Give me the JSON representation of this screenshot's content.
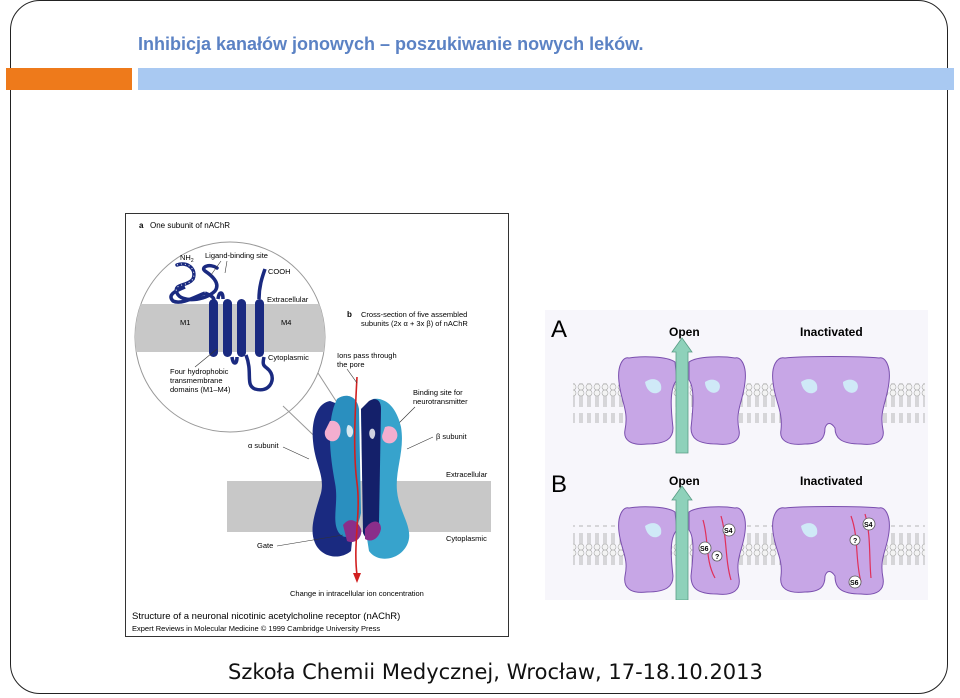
{
  "slide": {
    "title": "Inhibicja kanałów jonowych – poszukiwanie nowych leków.",
    "footer": "Szkoła Chemii Medycznej,  Wrocław, 17-18.10.2013"
  },
  "figure_left": {
    "panel_a_letter": "a",
    "panel_a_title": "One subunit of nAChR",
    "nh2": "NH",
    "nh2_sub": "2",
    "ligand_binding_site": "Ligand-binding site",
    "cooh": "COOH",
    "extracellular_a": "Extracellular",
    "m1": "M1",
    "m4": "M4",
    "cytoplasmic_a": "Cytoplasmic",
    "four_hydrophobic": [
      "Four hydrophobic",
      "transmembrane",
      "domains (M1–M4)"
    ],
    "panel_b_letter": "b",
    "panel_b_title": [
      "Cross-section of five assembled",
      "subunits (2x α + 3x β) of nAChR"
    ],
    "ions_pass": [
      "Ions pass through",
      "the pore"
    ],
    "binding_site": [
      "Binding site for",
      "neurotransmitter"
    ],
    "alpha_subunit": "α subunit",
    "beta_subunit": "β subunit",
    "extracellular_b": "Extracellular",
    "gate": "Gate",
    "cytoplasmic_b": "Cytoplasmic",
    "change": "Change in intracellular ion concentration",
    "caption": "Structure of a neuronal nicotinic acetylcholine receptor (nAChR)",
    "credit": "Expert Reviews in Molecular Medicine © 1999 Cambridge University Press"
  },
  "figure_right": {
    "label_a": "A",
    "label_b": "B",
    "open": "Open",
    "inactivated": "Inactivated",
    "s4": "S4",
    "s6": "S6",
    "q": "?"
  }
}
